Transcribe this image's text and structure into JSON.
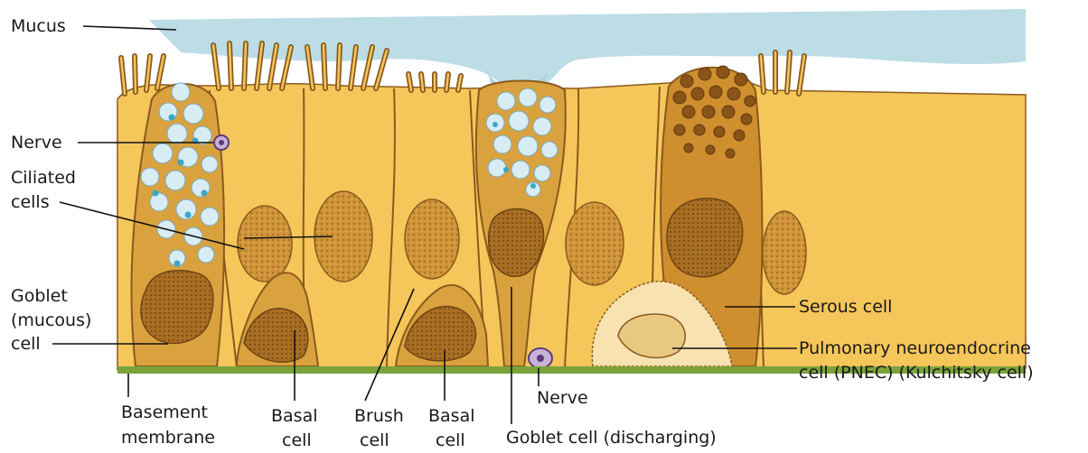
{
  "labels": {
    "mucus": "Mucus",
    "nerve_top": "Nerve",
    "ciliated_1": "Ciliated",
    "ciliated_2": "cells",
    "goblet_1": "Goblet",
    "goblet_2": "(mucous)",
    "goblet_3": "cell",
    "serous": "Serous cell",
    "pnec_1": "Pulmonary neuroendocrine",
    "pnec_2": "cell (PNEC) (Kulchitsky cell)",
    "basement_1": "Basement",
    "basement_2": "membrane",
    "basal_1a": "Basal",
    "basal_1b": "cell",
    "brush_1": "Brush",
    "brush_2": "cell",
    "basal_2a": "Basal",
    "basal_2b": "cell",
    "nerve_bottom": "Nerve",
    "goblet_discharging": "Goblet cell (discharging)"
  },
  "colors": {
    "mucus": "#bcdde6",
    "cell_fill": "#f5c65a",
    "cell_outline": "#8a5a1e",
    "nucleus": "#c98a2c",
    "goblet_fill": "#d9a23e",
    "serous_fill": "#cf8f2e",
    "granule": "#8a5418",
    "pnec_fill": "#f7e2b0",
    "basement": "#7aa33a",
    "vacuole": "#d8ecf4"
  }
}
